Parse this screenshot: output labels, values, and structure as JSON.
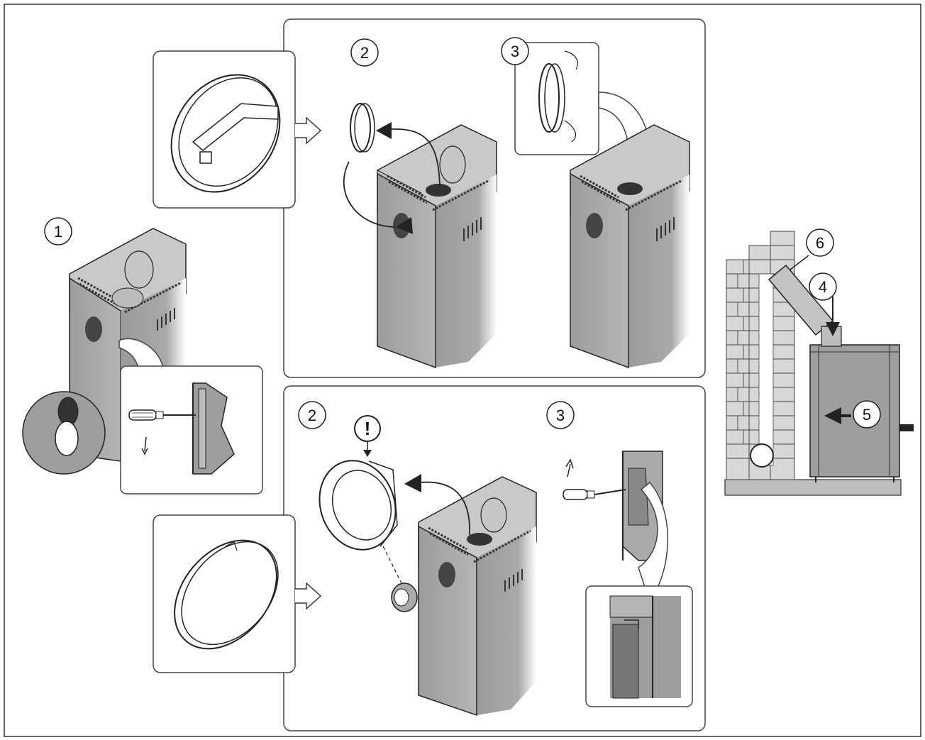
{
  "steps": {
    "s1": "1",
    "s2_top": "2",
    "s3_top": "3",
    "s2_bottom": "2",
    "s3_bottom": "3",
    "s4": "4",
    "s5": "5",
    "s6": "6"
  },
  "warning_symbol": "!",
  "icons": [
    "screwdriver-icon",
    "arrow-icon",
    "warning-icon",
    "rotate-arrow-icon"
  ],
  "colors": {
    "stove": "#a8a8a8",
    "stove_dark": "#7a7a7a",
    "line": "#2a2a2a",
    "brick": "#d8d8d8",
    "floor": "#b8b8b8"
  }
}
